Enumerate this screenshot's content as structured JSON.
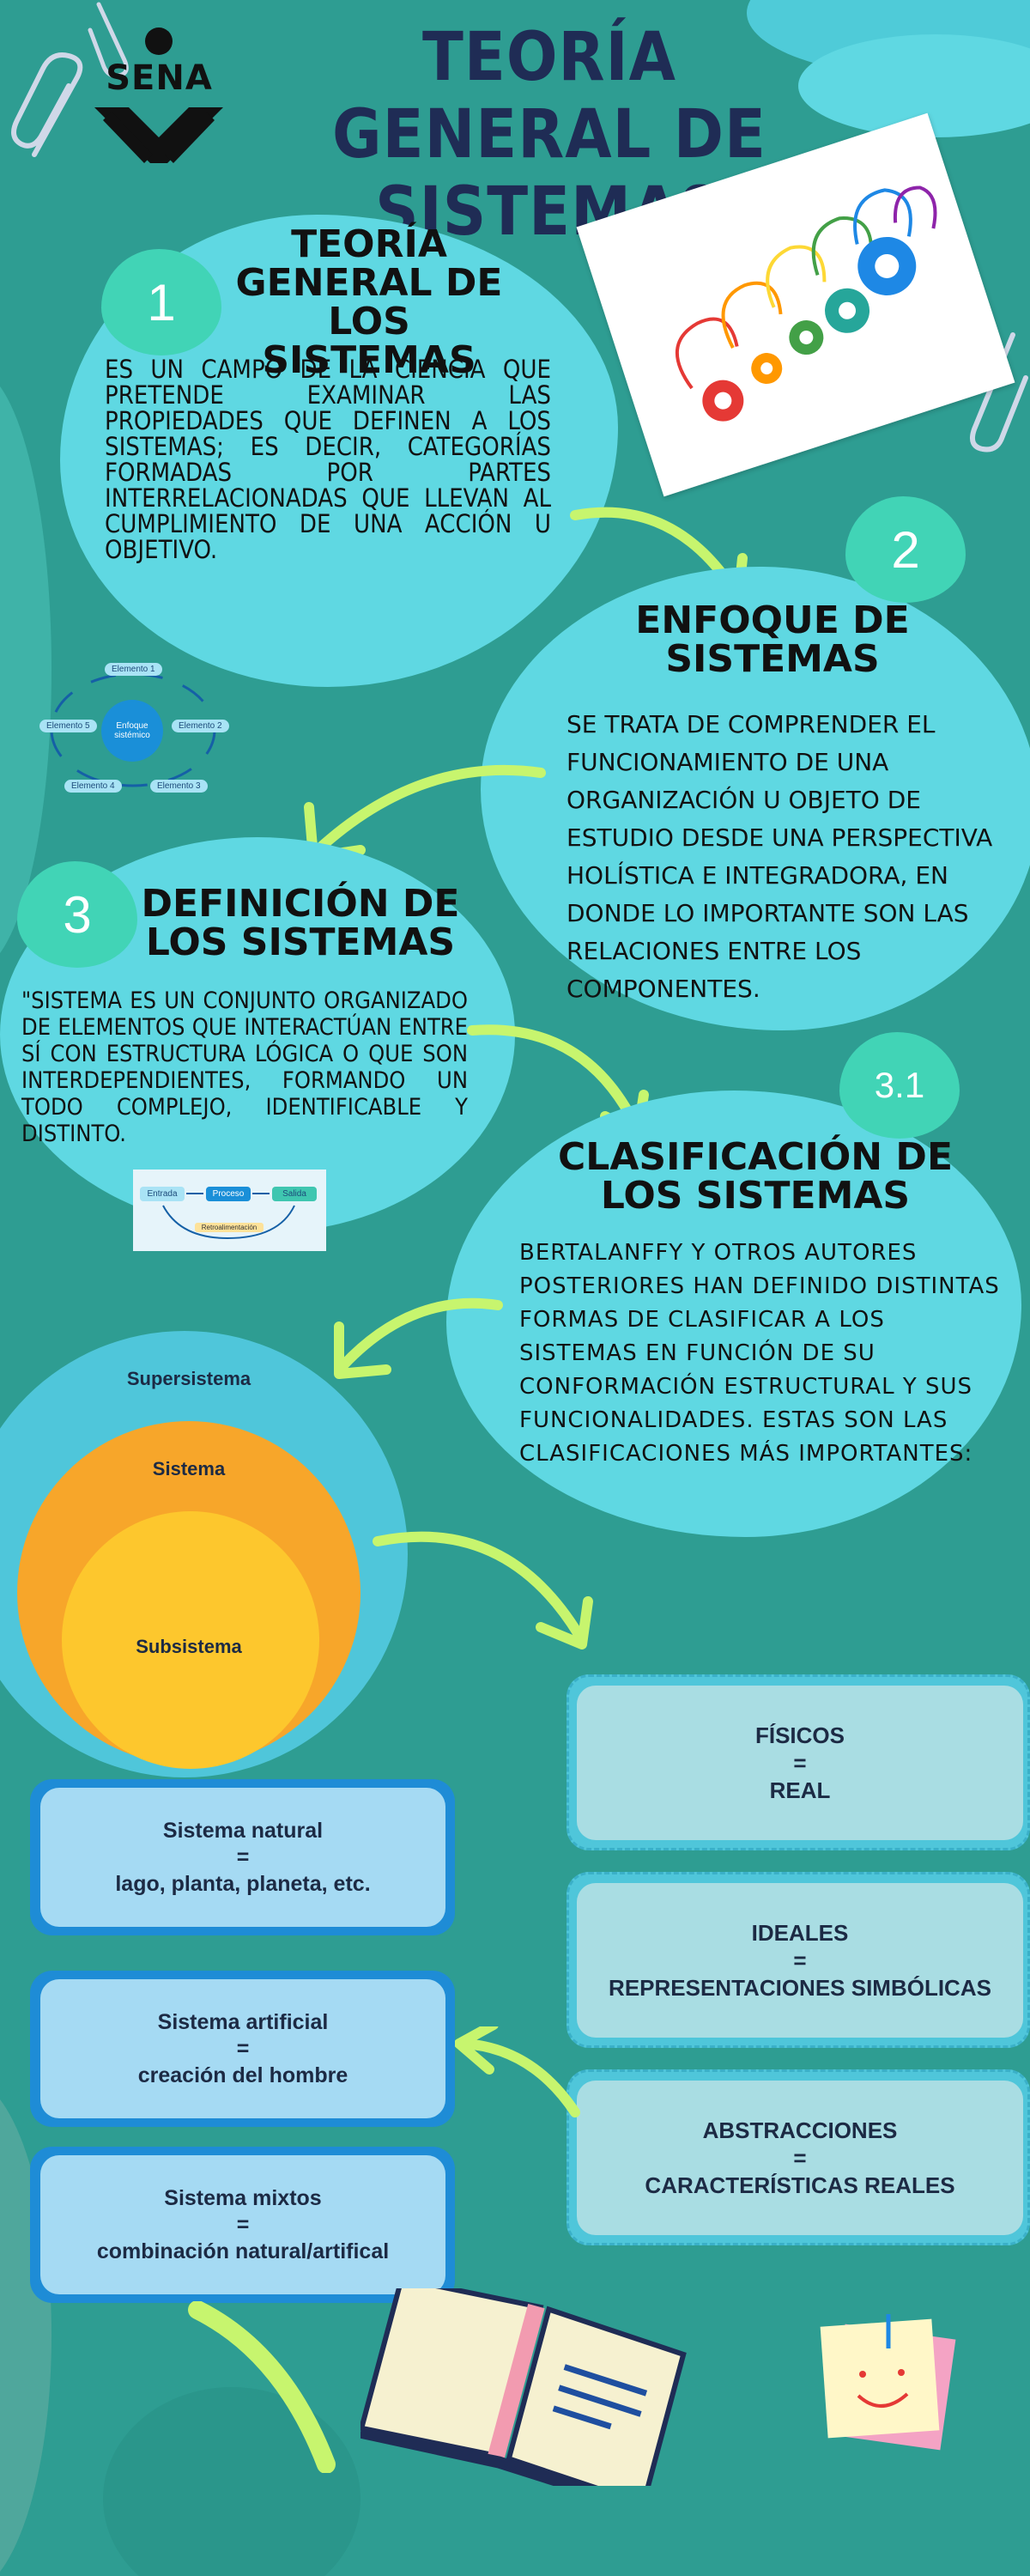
{
  "header": {
    "logo_text": "SENA",
    "title_line1": "TEORÍA GENERAL DE",
    "title_line2": "SISTEMAS"
  },
  "section1": {
    "number": "1",
    "title_line1": "TEORÍA",
    "title_line2": "GENERAL DE",
    "title_line3": "LOS SISTEMAS",
    "body": "ES UN CAMPO DE LA CIENCIA QUE PRETENDE EXAMINAR LAS PROPIEDADES QUE DEFINEN A LOS SISTEMAS; ES DECIR, CATEGORÍAS FORMADAS POR PARTES INTERRELACIONADAS QUE LLEVAN AL CUMPLIMIENTO DE UNA ACCIÓN U OBJETIVO."
  },
  "section2": {
    "number": "2",
    "title_line1": "ENFOQUE DE",
    "title_line2": "SISTEMAS",
    "body": "SE TRATA DE COMPRENDER EL FUNCIONAMIENTO DE UNA ORGANIZACIÓN U OBJETO DE ESTUDIO DESDE UNA PERSPECTIVA HOLÍSTICA E INTEGRADORA, EN DONDE LO IMPORTANTE SON LAS RELACIONES ENTRE LOS COMPONENTES."
  },
  "cycle_diagram": {
    "center": "Enfoque sistémico",
    "nodes": [
      "Elemento 1",
      "Elemento 2",
      "Elemento 3",
      "Elemento 4",
      "Elemento 5"
    ]
  },
  "section3": {
    "number": "3",
    "title_line1": "DEFINICIÓN DE",
    "title_line2": "LOS SISTEMAS",
    "body": "\"SISTEMA ES UN CONJUNTO ORGANIZADO DE ELEMENTOS QUE INTERACTÚAN ENTRE SÍ CON ESTRUCTURA LÓGICA O QUE SON INTERDEPENDIENTES, FORMANDO UN TODO COMPLEJO, IDENTIFICABLE Y DISTINTO."
  },
  "flow_diagram": {
    "input": "Entrada",
    "process": "Proceso",
    "output": "Salida",
    "feedback": "Retroalimentación"
  },
  "section31": {
    "number": "3.1",
    "title_line1": "CLASIFICACIÓN DE",
    "title_line2": "LOS SISTEMAS",
    "body": "BERTALANFFY Y OTROS AUTORES POSTERIORES HAN DEFINIDO DISTINTAS FORMAS DE CLASIFICAR A LOS SISTEMAS EN FUNCIÓN DE SU CONFORMACIÓN ESTRUCTURAL Y SUS FUNCIONALIDADES. ESTAS SON LAS CLASIFICACIONES MÁS IMPORTANTES:"
  },
  "nested_circles": {
    "outer": "Supersistema",
    "middle": "Sistema",
    "inner": "Subsistema"
  },
  "right_cards": [
    {
      "line1": "FÍSICOS",
      "line2": "=",
      "line3": "REAL"
    },
    {
      "line1": "IDEALES",
      "line2": "=",
      "line3": "REPRESENTACIONES SIMBÓLICAS"
    },
    {
      "line1": "ABSTRACCIONES",
      "line2": "=",
      "line3": "CARACTERÍSTICAS REALES"
    }
  ],
  "left_cards": [
    {
      "line1": "Sistema natural",
      "line2": "=",
      "line3": "lago, planta, planeta, etc."
    },
    {
      "line1": "Sistema artificial",
      "line2": "=",
      "line3": "creación del hombre"
    },
    {
      "line1": "Sistema mixtos",
      "line2": "=",
      "line3": "combinación natural/artifical"
    }
  ],
  "colors": {
    "background": "#2e9d92",
    "blob": "#5fd8e2",
    "badge": "#41d4b6",
    "title": "#1f2c55",
    "arrow": "#c7f56e",
    "circle_outer": "#4fc6da",
    "circle_middle": "#f7a62a",
    "circle_inner": "#fdc72d",
    "card_right": "#a9dde3",
    "card_left": "#a5daf3"
  },
  "icons": [
    "paperclip-icon",
    "gears-people-icon",
    "open-book-icon",
    "sticky-note-smile-icon",
    "sena-logo-icon"
  ]
}
